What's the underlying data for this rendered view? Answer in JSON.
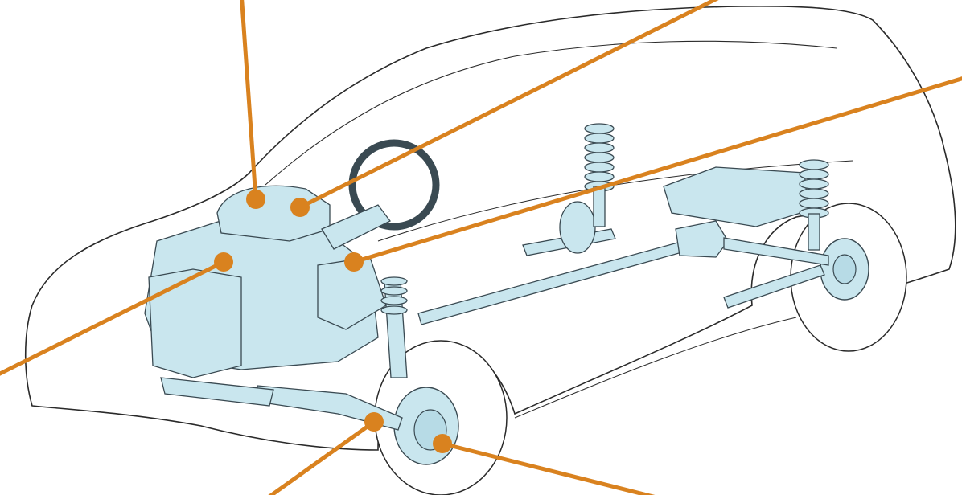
{
  "diagram": {
    "subject": "car-drivetrain-cutaway",
    "colors": {
      "background": "#ffffff",
      "outline": "#2a2a2a",
      "component_fill": "#c9e6ee",
      "component_stroke": "#3a4a52",
      "leader": "#d9821f"
    },
    "callouts": [
      {
        "id": "callout-engine-top-left"
      },
      {
        "id": "callout-engine-top-right"
      },
      {
        "id": "callout-steering-column"
      },
      {
        "id": "callout-radiator-front"
      },
      {
        "id": "callout-front-suspension-arm"
      },
      {
        "id": "callout-front-wheel-hub"
      }
    ]
  }
}
